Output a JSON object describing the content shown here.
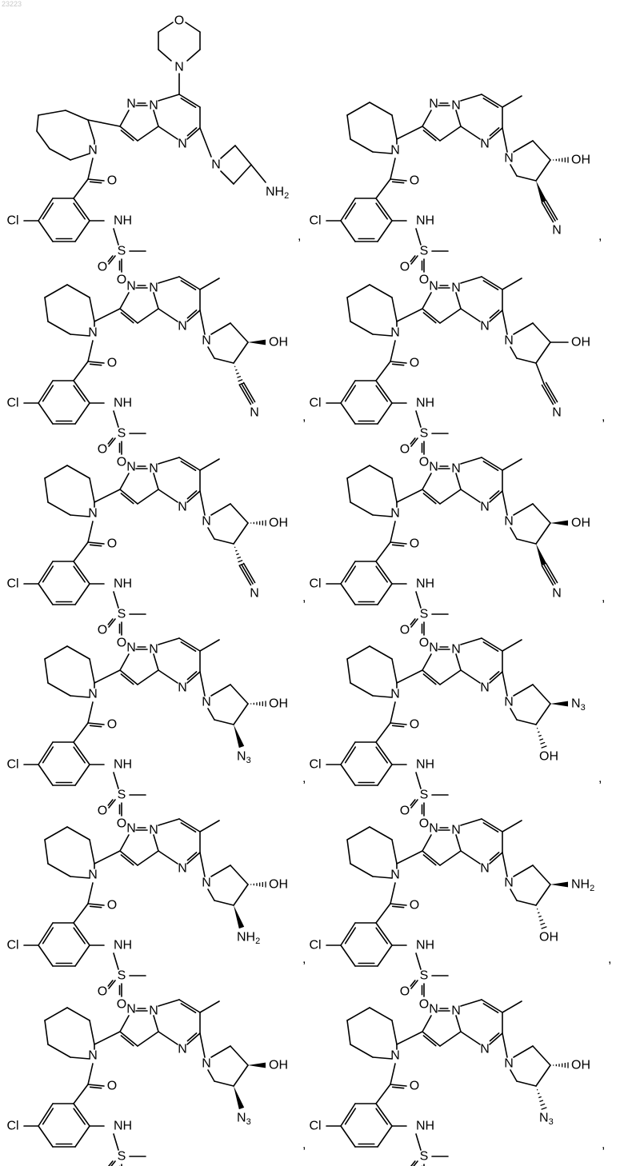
{
  "watermark": "23223",
  "separator": ",",
  "molecules": [
    {
      "id": "m1",
      "ring": "azepane",
      "head": "morpholine",
      "tail": "azetidine-amine"
    },
    {
      "id": "m2",
      "ring": "piperidine",
      "pyr": {
        "top": "OH",
        "top_style": "hash",
        "bot": "CN",
        "bot_style": "wedge"
      }
    },
    {
      "id": "m3",
      "ring": "piperidine",
      "pyr": {
        "top": "OH",
        "top_style": "wedge",
        "bot": "CN",
        "bot_style": "hash"
      }
    },
    {
      "id": "m4",
      "ring": "piperidine",
      "pyr": {
        "top": "OH",
        "top_style": "plain",
        "bot": "CN",
        "bot_style": "plain"
      }
    },
    {
      "id": "m5",
      "ring": "piperidine",
      "pyr": {
        "top": "OH",
        "top_style": "hash",
        "bot": "CN",
        "bot_style": "hash"
      }
    },
    {
      "id": "m6",
      "ring": "piperidine",
      "pyr": {
        "top": "OH",
        "top_style": "wedge",
        "bot": "CN",
        "bot_style": "wedge"
      }
    },
    {
      "id": "m7",
      "ring": "piperidine",
      "pyr": {
        "top": "OH",
        "top_style": "hash",
        "bot": "N3",
        "bot_style": "wedge"
      }
    },
    {
      "id": "m8",
      "ring": "piperidine",
      "pyr": {
        "top": "N3",
        "top_style": "wedge",
        "bot": "OH",
        "bot_style": "hash"
      }
    },
    {
      "id": "m9",
      "ring": "piperidine",
      "pyr": {
        "top": "OH",
        "top_style": "hash",
        "bot": "NH2",
        "bot_style": "wedge"
      }
    },
    {
      "id": "m10",
      "ring": "piperidine",
      "pyr": {
        "top": "NH2",
        "top_style": "wedge",
        "bot": "OH",
        "bot_style": "hash"
      }
    },
    {
      "id": "m11",
      "ring": "piperidine",
      "pyr": {
        "top": "OH",
        "top_style": "wedge",
        "bot": "N3",
        "bot_style": "wedge"
      }
    },
    {
      "id": "m12",
      "ring": "piperidine",
      "pyr": {
        "top": "OH",
        "top_style": "hash",
        "bot": "N3",
        "bot_style": "hash"
      }
    }
  ]
}
